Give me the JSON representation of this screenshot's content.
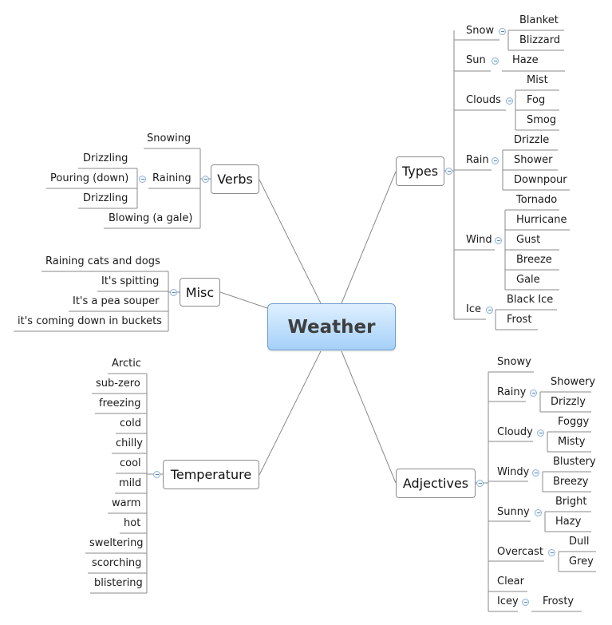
{
  "central": {
    "label": "Weather"
  },
  "topics": [
    {
      "id": "types",
      "label": "Types",
      "children": [
        {
          "label": "Snow",
          "children": [
            "Blanket",
            "Blizzard"
          ]
        },
        {
          "label": "Sun",
          "children": [
            "Haze"
          ]
        },
        {
          "label": "Clouds",
          "children": [
            "Mist",
            "Fog",
            "Smog"
          ]
        },
        {
          "label": "Rain",
          "children": [
            "Drizzle",
            "Shower",
            "Downpour"
          ]
        },
        {
          "label": "Wind",
          "children": [
            "Tornado",
            "Hurricane",
            "Gust",
            "Breeze",
            "Gale"
          ]
        },
        {
          "label": "Ice",
          "children": [
            "Black Ice",
            "Frost"
          ]
        }
      ]
    },
    {
      "id": "verbs",
      "label": "Verbs",
      "children": [
        {
          "label": "Snowing",
          "children": []
        },
        {
          "label": "Raining",
          "children": [
            "Drizzling",
            "Pouring (down)",
            "Drizzling"
          ]
        },
        {
          "label": "Blowing (a gale)",
          "children": []
        }
      ]
    },
    {
      "id": "misc",
      "label": "Misc",
      "children": [
        {
          "label": "Raining cats and dogs",
          "children": []
        },
        {
          "label": "It's spitting",
          "children": []
        },
        {
          "label": "It's a pea souper",
          "children": []
        },
        {
          "label": "it's coming down in buckets",
          "children": []
        }
      ]
    },
    {
      "id": "temperature",
      "label": "Temperature",
      "children": [
        {
          "label": "Arctic",
          "children": []
        },
        {
          "label": "sub-zero",
          "children": []
        },
        {
          "label": "freezing",
          "children": []
        },
        {
          "label": "cold",
          "children": []
        },
        {
          "label": "chilly",
          "children": []
        },
        {
          "label": "cool",
          "children": []
        },
        {
          "label": "mild",
          "children": []
        },
        {
          "label": "warm",
          "children": []
        },
        {
          "label": "hot",
          "children": []
        },
        {
          "label": "sweltering",
          "children": []
        },
        {
          "label": "scorching",
          "children": []
        },
        {
          "label": "blistering",
          "children": []
        }
      ]
    },
    {
      "id": "adjectives",
      "label": "Adjectives",
      "children": [
        {
          "label": "Snowy",
          "children": []
        },
        {
          "label": "Rainy",
          "children": [
            "Showery",
            "Drizzly"
          ]
        },
        {
          "label": "Cloudy",
          "children": [
            "Foggy",
            "Misty"
          ]
        },
        {
          "label": "Windy",
          "children": [
            "Blustery",
            "Breezy"
          ]
        },
        {
          "label": "Sunny",
          "children": [
            "Bright",
            "Hazy"
          ]
        },
        {
          "label": "Overcast",
          "children": [
            "Dull",
            "Grey"
          ]
        },
        {
          "label": "Clear",
          "children": []
        },
        {
          "label": "Icey",
          "children": [
            "Frosty"
          ]
        }
      ]
    }
  ],
  "colors": {
    "line": "#8a8a8a",
    "central_border": "#6f9fce",
    "collapse": "#8fb2d6"
  }
}
